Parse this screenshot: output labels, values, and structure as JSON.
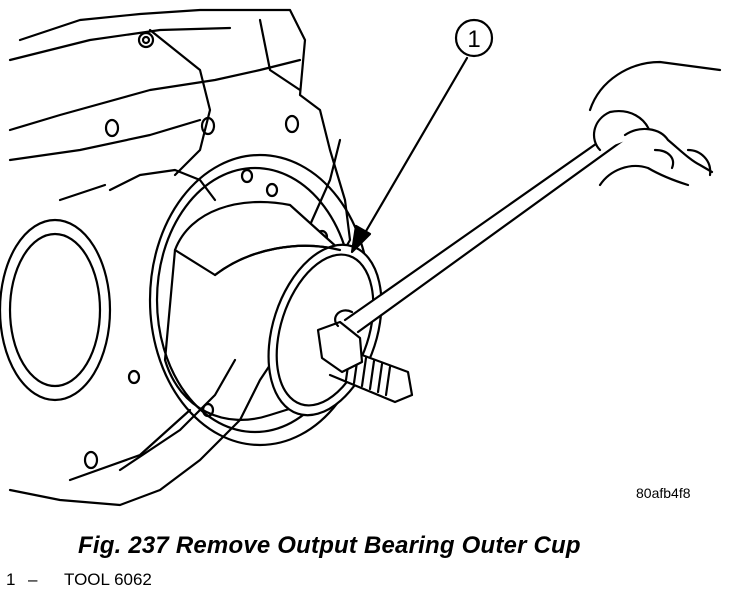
{
  "callout": {
    "number": "1"
  },
  "image_id": "80afb4f8",
  "caption": "Fig. 237 Remove Output Bearing Outer Cup",
  "legend": [
    {
      "number": "1",
      "dash": "–",
      "label": "TOOL 6062"
    }
  ]
}
